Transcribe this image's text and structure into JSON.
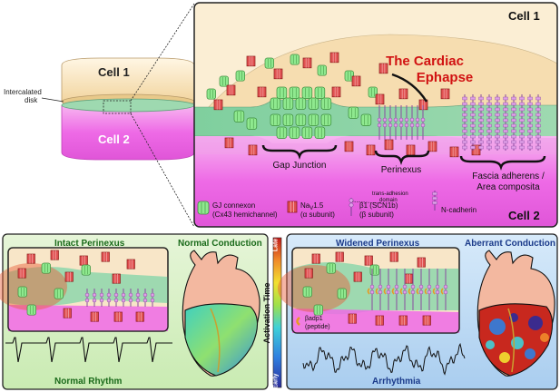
{
  "top": {
    "cell1_left": "Cell 1",
    "intercalated_disk": "Intercalated\ndisk",
    "cell2_left": "Cell 2",
    "cell1_panel": "Cell 1",
    "cell2_panel": "Cell 2",
    "ephapse_title_line1": "The Cardiac",
    "ephapse_title_line2": "Ephapse",
    "gap_junction": "Gap Junction",
    "perinexus": "Perinexus",
    "fascia_line1": "Fascia adherens /",
    "fascia_line2": "Area composita"
  },
  "legend": {
    "gj_line1": "GJ connexon",
    "gj_line2": "(Cx43 hemichannel)",
    "nav_line1": "Na",
    "nav_sub": "V",
    "nav_line1_rest": "1.5",
    "nav_line2": "(α subunit)",
    "trans_adhesion_line1": "trans-adhesion",
    "trans_adhesion_line2": "domain",
    "beta_line1": "β1 (SCN1b)",
    "beta_line2": "(β subunit)",
    "ncadherin": "N-cadherin"
  },
  "bottom_left": {
    "inset_title": "Intact Perinexus",
    "heart_title": "Normal Conduction",
    "rhythm_label": "Normal Rhythm"
  },
  "bottom_right": {
    "inset_title": "Widened Perinexus",
    "heart_title": "Aberrant Conduction",
    "peptide_line1": "βadp1",
    "peptide_line2": "(peptide)",
    "rhythm_label": "Arrhythmia"
  },
  "colorbar": {
    "label": "Activation Time",
    "top_label": "Late",
    "bottom_label": "Early"
  },
  "colors": {
    "cell1": "#f5deb0",
    "cell2": "#ee66e4",
    "junction_green": "#7fcf9e",
    "connexon_green": "#8fe98f",
    "nav_red": "#e05050",
    "title_red": "#d11212",
    "green_panel": "#d9f0c8",
    "blue_panel": "#c6dff5"
  }
}
